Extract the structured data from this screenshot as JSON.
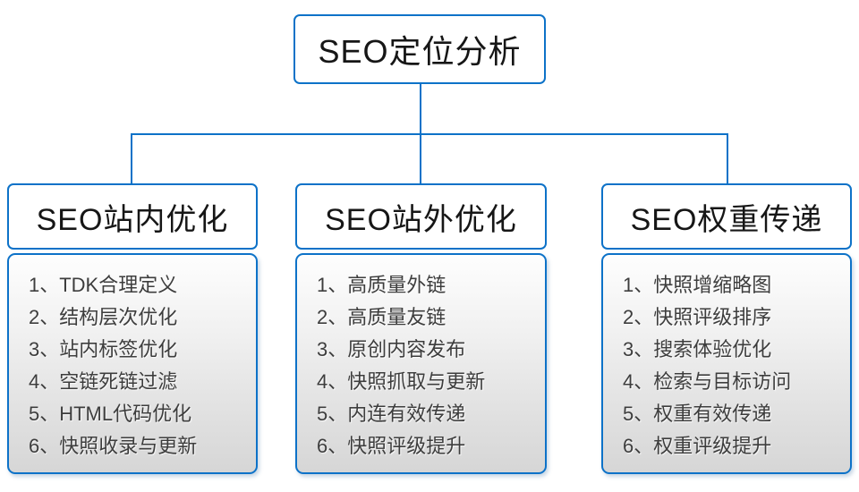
{
  "diagram": {
    "accent_color": "#0d72c8",
    "root_title": "SEO定位分析",
    "columns": [
      {
        "title": "SEO站内优化",
        "items": [
          "1、TDK合理定义",
          "2、结构层次优化",
          "3、站内标签优化",
          "4、空链死链过滤",
          "5、HTML代码优化",
          "6、快照收录与更新"
        ]
      },
      {
        "title": "SEO站外优化",
        "items": [
          "1、高质量外链",
          "2、高质量友链",
          "3、原创内容发布",
          "4、快照抓取与更新",
          "5、内连有效传递",
          "6、快照评级提升"
        ]
      },
      {
        "title": "SEO权重传递",
        "items": [
          "1、快照增缩略图",
          "2、快照评级排序",
          "3、搜索体验优化",
          "4、检索与目标访问",
          "5、权重有效传递",
          "6、权重评级提升"
        ]
      }
    ]
  }
}
